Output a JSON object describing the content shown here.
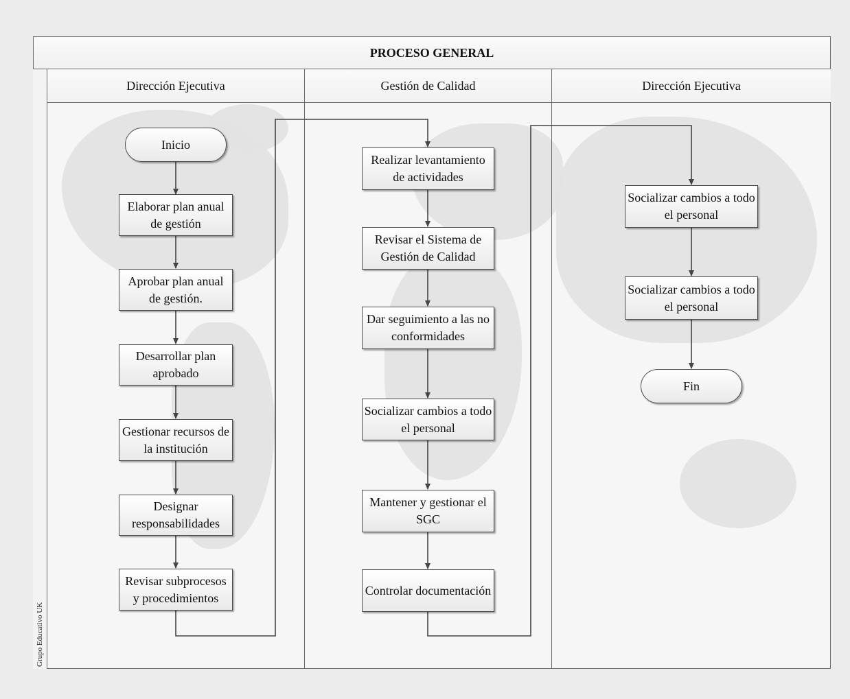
{
  "diagram": {
    "title": "PROCESO GENERAL",
    "side_label": "Grupo Educativo UK",
    "lanes": [
      {
        "name": "Dirección Ejecutiva"
      },
      {
        "name": "Gestión de Calidad"
      },
      {
        "name": "Dirección Ejecutiva"
      }
    ],
    "nodes": {
      "inicio": "Inicio",
      "elaborar": "Elaborar plan anual de gestión",
      "aprobar": "Aprobar plan anual de gestión.",
      "desarrollar": "Desarrollar plan aprobado",
      "gestionar": "Gestionar recursos de la institución",
      "designar": "Designar responsabilidades",
      "revisar_sub": "Revisar subprocesos y procedimientos",
      "realizar": "Realizar levantamiento de actividades",
      "revisar_sgc": "Revisar el Sistema de Gestión de Calidad",
      "seguimiento": "Dar seguimiento a las no conformidades",
      "socializar_1": "Socializar cambios a todo el personal",
      "mantener": "Mantener y gestionar el SGC",
      "controlar": "Controlar documentación",
      "socializar_2": "Socializar cambios a todo el personal",
      "socializar_3": "Socializar cambios a todo el personal",
      "fin": "Fin"
    }
  }
}
